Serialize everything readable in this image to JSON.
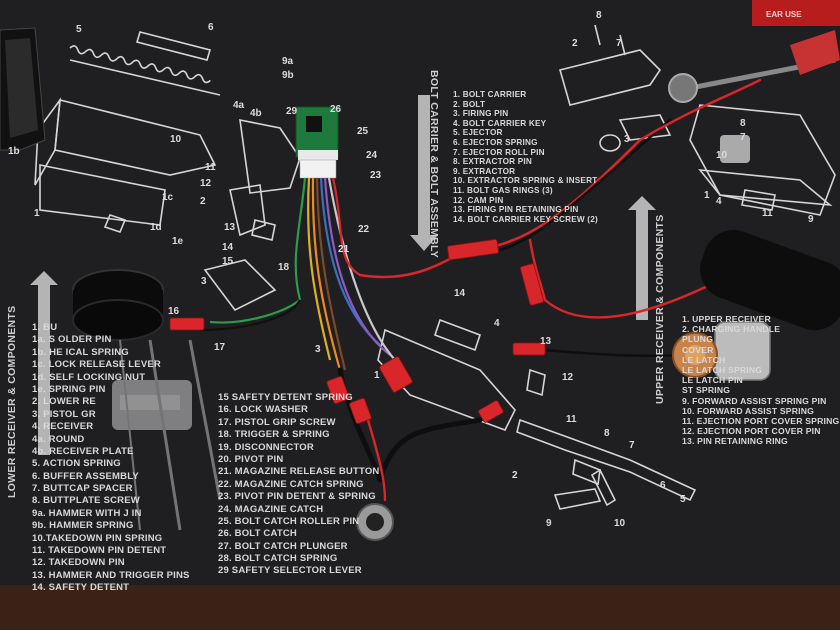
{
  "scene": {
    "colors": {
      "mat": "#1f1f22",
      "print": "#d9d9d9",
      "wire_red": "#d8262a",
      "wire_black": "#0e0e0e",
      "pcb": "#1d7a3c",
      "wood": "#3b2216"
    }
  },
  "box_label": "EAR USE",
  "side_labels": {
    "lower": "LOWER RECEIVER & COMPONENTS",
    "bolt": "BOLT CARRIER & BOLT ASSEMBLY",
    "upper": "UPPER RECEIVER & COMPONENTS"
  },
  "lower_list": [
    "1. BU",
    "1a. S OLDER PIN",
    "1b. HE ICAL SPRING",
    "1c. LOCK RELEASE LEVER",
    "1d. SELF LOCKING NUT",
    "1e. SPRING PIN",
    "2. LOWER RE",
    "3. PISTOL GR",
    "4. RECEIVER",
    "4a. ROUND",
    "4b. RECEIVER PLATE",
    "5. ACTION SPRING",
    "6. BUFFER ASSEMBLY",
    "7. BUTTCAP SPACER",
    "8. BUTTPLATE SCREW",
    "9a. HAMMER WITH J IN",
    "9b. HAMMER SPRING",
    "10.TAKEDOWN PIN SPRING",
    "11. TAKEDOWN PIN DETENT",
    "12. TAKEDOWN PIN",
    "13. HAMMER AND TRIGGER PINS",
    "14. SAFETY DETENT"
  ],
  "lower_list_b": [
    "15 SAFETY DETENT SPRING",
    "16. LOCK WASHER",
    "17. PISTOL GRIP SCREW",
    "18. TRIGGER & SPRING",
    "19. DISCONNECTOR",
    "20. PIVOT PIN",
    "21. MAGAZINE RELEASE BUTTON",
    "22. MAGAZINE CATCH SPRING",
    "23. PIVOT PIN DETENT & SPRING",
    "24. MAGAZINE CATCH",
    "25. BOLT CATCH ROLLER PIN",
    "26. BOLT CATCH",
    "27. BOLT CATCH PLUNGER",
    "28. BOLT CATCH SPRING",
    "29 SAFETY SELECTOR LEVER"
  ],
  "bolt_list": [
    "1. BOLT CARRIER",
    "2. BOLT",
    "3. FIRING PIN",
    "4. BOLT CARRIER KEY",
    "5. EJECTOR",
    "6. EJECTOR SPRING",
    "7. EJECTOR ROLL PIN",
    "8. EXTRACTOR PIN",
    "9. EXTRACTOR",
    "10. EXTRACTOR SPRING & INSERT",
    "11. BOLT GAS RINGS (3)",
    "12. CAM PIN",
    "13. FIRING PIN RETAINING PIN",
    "14. BOLT CARRIER KEY SCREW (2)"
  ],
  "upper_list": [
    "1. UPPER RECEIVER",
    "2. CHARGING HANDLE",
    "PLUNG",
    "COVER",
    "LE LATCH",
    "LE LATCH SPRING",
    "LE LATCH PIN",
    "ST SPRING",
    "9. FORWARD ASSIST SPRING PIN",
    "10. FORWARD ASSIST SPRING",
    "11. EJECTION PORT COVER SPRING",
    "12. EJECTION PORT COVER PIN",
    "13. PIN RETAINING RING"
  ],
  "diagram_numbers": [
    {
      "t": "6"
    },
    {
      "t": "5"
    },
    {
      "t": "9a"
    },
    {
      "t": "9b"
    },
    {
      "t": "4a"
    },
    {
      "t": "4b"
    },
    {
      "t": "10"
    },
    {
      "t": "29"
    },
    {
      "t": "26"
    },
    {
      "t": "25"
    },
    {
      "t": "24"
    },
    {
      "t": "23"
    },
    {
      "t": "22"
    },
    {
      "t": "21"
    },
    {
      "t": "11"
    },
    {
      "t": "12"
    },
    {
      "t": "13"
    },
    {
      "t": "14"
    },
    {
      "t": "15"
    },
    {
      "t": "18"
    },
    {
      "t": "1c"
    },
    {
      "t": "1d"
    },
    {
      "t": "1e"
    },
    {
      "t": "1b"
    },
    {
      "t": "1"
    },
    {
      "t": "2"
    },
    {
      "t": "3"
    },
    {
      "t": "16"
    },
    {
      "t": "17"
    },
    {
      "t": "8"
    },
    {
      "t": "7"
    },
    {
      "t": "14"
    },
    {
      "t": "4"
    },
    {
      "t": "13"
    },
    {
      "t": "12"
    },
    {
      "t": "11"
    },
    {
      "t": "2"
    },
    {
      "t": "8"
    },
    {
      "t": "7"
    },
    {
      "t": "6"
    },
    {
      "t": "5"
    },
    {
      "t": "9"
    },
    {
      "t": "10"
    },
    {
      "t": "1"
    },
    {
      "t": "3"
    },
    {
      "t": "2"
    },
    {
      "t": "8"
    },
    {
      "t": "7"
    },
    {
      "t": "3"
    },
    {
      "t": "4"
    },
    {
      "t": "11"
    },
    {
      "t": "10"
    },
    {
      "t": "9"
    },
    {
      "t": "1"
    }
  ]
}
